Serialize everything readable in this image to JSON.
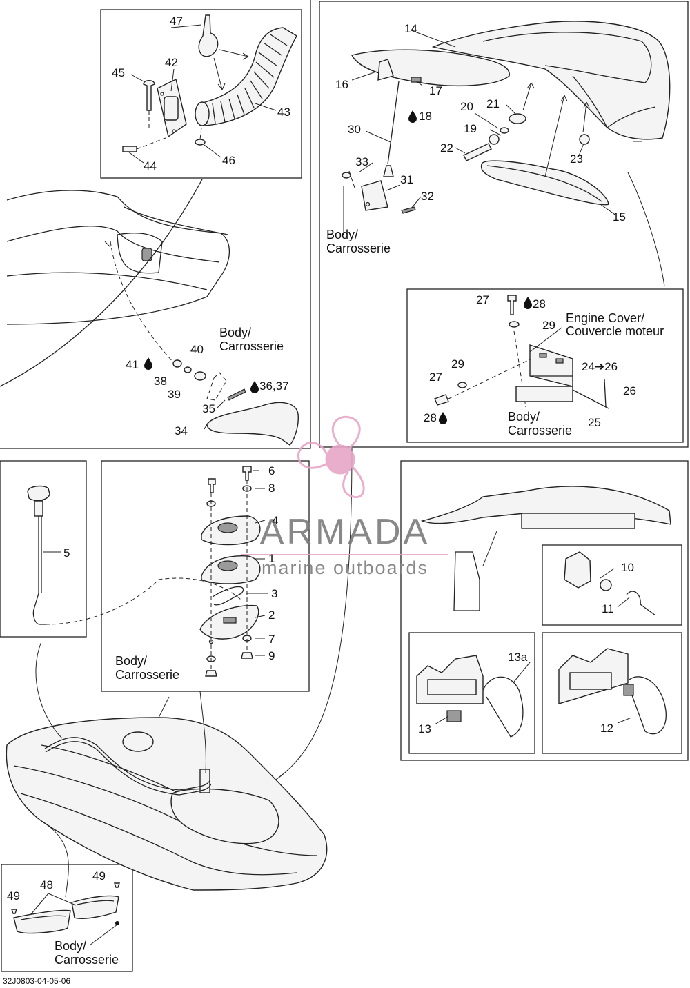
{
  "callouts": {
    "c1": "1",
    "c2": "2",
    "c3": "3",
    "c4": "4",
    "c5": "5",
    "c6": "6",
    "c7": "7",
    "c8": "8",
    "c9": "9",
    "c10": "10",
    "c11": "11",
    "c12": "12",
    "c13": "13",
    "c13a": "13a",
    "c14": "14",
    "c15": "15",
    "c16": "16",
    "c17": "17",
    "c18": "18",
    "c19": "19",
    "c20": "20",
    "c21": "21",
    "c22": "22",
    "c23": "23",
    "c24_26": "24➔26",
    "c25": "25",
    "c26": "26",
    "c27": "27",
    "c28": "28",
    "c29": "29",
    "c30": "30",
    "c31": "31",
    "c32": "32",
    "c33": "33",
    "c34": "34",
    "c35": "35",
    "c36_37": "36,37",
    "c38": "38",
    "c39": "39",
    "c40": "40",
    "c41": "41",
    "c42": "42",
    "c43": "43",
    "c44": "44",
    "c45": "45",
    "c46": "46",
    "c47": "47",
    "c48": "48",
    "c49": "49"
  },
  "body_label": {
    "line1": "Body/",
    "line2": "Carrosserie"
  },
  "engine_cover_label": {
    "line1": "Engine Cover/",
    "line2": "Couvercle moteur"
  },
  "watermark": {
    "title": "ARMADA",
    "subtitle": "marine outboards",
    "color": "#e8a6c8"
  },
  "doc_id": "32J0803-04-05-06",
  "icons": {
    "drop": "oil-drop-icon"
  }
}
